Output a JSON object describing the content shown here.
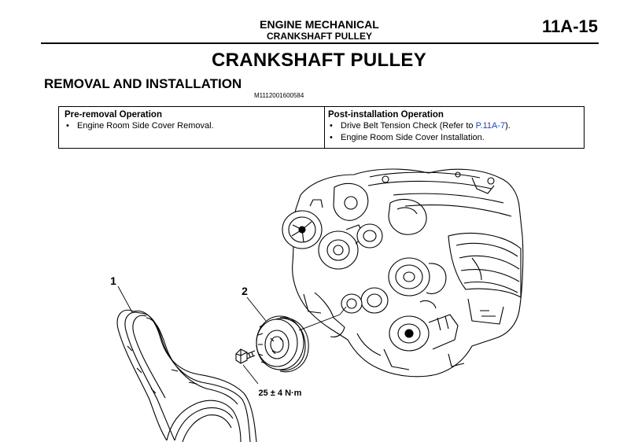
{
  "header": {
    "section": "ENGINE MECHANICAL",
    "subsection": "CRANKSHAFT PULLEY",
    "page_number": "11A-15"
  },
  "title": "CRANKSHAFT PULLEY",
  "section_heading": "REMOVAL AND INSTALLATION",
  "doc_code": "M1112001600584",
  "pre_removal": {
    "title": "Pre-removal Operation",
    "items": [
      "Engine Room Side Cover Removal."
    ]
  },
  "post_installation": {
    "title": "Post-installation Operation",
    "item1_prefix": "Drive Belt Tension Check (Refer to ",
    "item1_link": "P.11A-7",
    "item1_suffix": ").",
    "item2": "Engine Room Side Cover Installation."
  },
  "illustration": {
    "callout_1": "1",
    "callout_2": "2",
    "torque": "25 ± 4 N·m"
  },
  "colors": {
    "link": "#1a44c8"
  }
}
